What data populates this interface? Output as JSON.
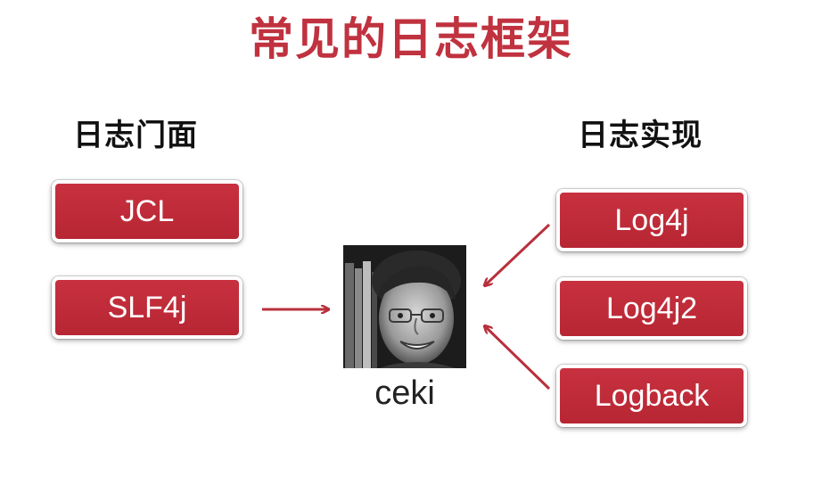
{
  "title": "常见的日志框架",
  "facade": {
    "heading": "日志门面",
    "items": [
      "JCL",
      "SLF4j"
    ]
  },
  "implementation": {
    "heading": "日志实现",
    "items": [
      "Log4j",
      "Log4j2",
      "Logback"
    ]
  },
  "author": {
    "name": "ceki"
  },
  "colors": {
    "accent": "#c0323f",
    "box": "#bb2836",
    "arrow": "#b8303c"
  }
}
